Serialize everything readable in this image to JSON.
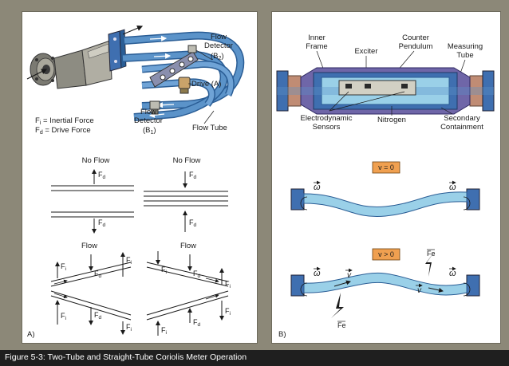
{
  "caption": "Figure 5-3: Two-Tube and Straight-Tube Coriolis Meter Operation",
  "panel_a": {
    "label": "A)",
    "callouts": {
      "flow_detector_b2_line1": "Flow",
      "flow_detector_b2_line2": "Detector",
      "flow_detector_b2_sym": "(B",
      "flow_detector_b2_sub": "2",
      "flow_detector_b2_close": ")",
      "drive_a": "Drive (A)",
      "flow_detector_b1_line1": "Flow",
      "flow_detector_b1_line2": "Detector",
      "flow_detector_b1_sym": "(B",
      "flow_detector_b1_sub": "1",
      "flow_detector_b1_close": ")",
      "flow_tube": "Flow Tube"
    },
    "legend": {
      "fi_sym": "F",
      "fi_sub": "i",
      "fi_text": " = Inertial Force",
      "fd_sym": "F",
      "fd_sub": "d",
      "fd_text": " = Drive Force"
    },
    "no_flow_label": "No Flow",
    "flow_label": "Flow",
    "force_f": "F",
    "sub_d": "d",
    "sub_i": "i"
  },
  "panel_b": {
    "label": "B)",
    "callouts": {
      "inner_frame_1": "Inner",
      "inner_frame_2": "Frame",
      "exciter": "Exciter",
      "counter_pendulum_1": "Counter",
      "counter_pendulum_2": "Pendulum",
      "measuring_tube_1": "Measuring",
      "measuring_tube_2": "Tube",
      "electrodynamic_sensors_1": "Electrodynamic",
      "electrodynamic_sensors_2": "Sensors",
      "nitrogen": "Nitrogen",
      "secondary_containment_1": "Secondary",
      "secondary_containment_2": "Containment"
    },
    "badge_v_zero": "v = 0",
    "badge_v_positive": "v > 0",
    "omega": "ω",
    "velocity": "v",
    "coriolis_force": "Fe"
  },
  "colors": {
    "tube_blue": "#5b93c9",
    "tube_dark": "#2a5d95",
    "flange_blue": "#3f6fb0",
    "containment_purple": "#6f66a8",
    "copper": "#c08c74",
    "badge_orange": "#f0a050",
    "panel_bg": "#ffffff",
    "frame_bg": "#8c8878",
    "caption_bg": "#1f1f1f"
  }
}
